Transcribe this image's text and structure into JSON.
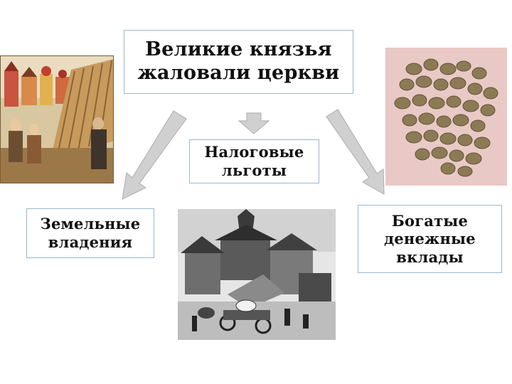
{
  "title": "Великие князья\nжаловали церкви",
  "items": {
    "tax": "Налоговые\nльготы",
    "land": "Земельные\nвладения",
    "money": "Богатые\nденежные\nвклады"
  },
  "colors": {
    "box_border": "#9ab7cf",
    "arrow_fill": "#d0d0d0",
    "arrow_stroke": "#b5b5b5"
  }
}
